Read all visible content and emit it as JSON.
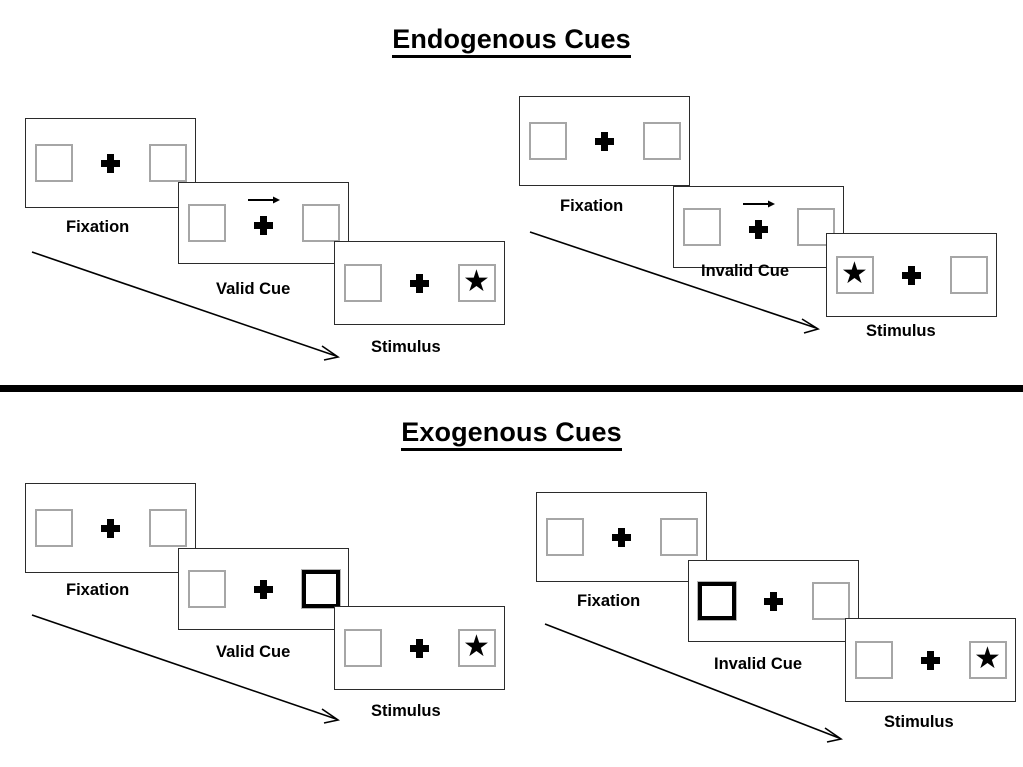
{
  "figure": {
    "type": "diagram",
    "subject": "Posner spatial cueing paradigm",
    "sections": [
      {
        "id": "endogenous",
        "title": "Endogenous Cues",
        "cue_type": "central-arrow",
        "conditions": [
          {
            "id": "endogenous-valid",
            "cue_label": "Valid Cue",
            "panels": [
              {
                "stage": "fixation",
                "label": "Fixation",
                "left_box": "empty",
                "right_box": "empty",
                "cue": "none",
                "fixation": "plus"
              },
              {
                "stage": "cue",
                "label": "Valid Cue",
                "left_box": "empty",
                "right_box": "empty",
                "cue": "arrow-right",
                "fixation": "plus"
              },
              {
                "stage": "stimulus",
                "label": "Stimulus",
                "left_box": "empty",
                "right_box": "star",
                "cue": "none",
                "fixation": "plus"
              }
            ]
          },
          {
            "id": "endogenous-invalid",
            "cue_label": "Invalid Cue",
            "panels": [
              {
                "stage": "fixation",
                "label": "Fixation",
                "left_box": "empty",
                "right_box": "empty",
                "cue": "none",
                "fixation": "plus"
              },
              {
                "stage": "cue",
                "label": "Invalid Cue",
                "left_box": "empty",
                "right_box": "empty",
                "cue": "arrow-right",
                "fixation": "plus"
              },
              {
                "stage": "stimulus",
                "label": "Stimulus",
                "left_box": "star",
                "right_box": "empty",
                "cue": "none",
                "fixation": "plus"
              }
            ]
          }
        ]
      },
      {
        "id": "exogenous",
        "title": "Exogenous Cues",
        "cue_type": "peripheral-box-flash",
        "conditions": [
          {
            "id": "exogenous-valid",
            "cue_label": "Valid Cue",
            "panels": [
              {
                "stage": "fixation",
                "label": "Fixation",
                "left_box": "empty",
                "right_box": "empty",
                "cue": "none",
                "fixation": "plus"
              },
              {
                "stage": "cue",
                "label": "Valid Cue",
                "left_box": "empty",
                "right_box": "cued",
                "cue": "box-highlight-right",
                "fixation": "plus"
              },
              {
                "stage": "stimulus",
                "label": "Stimulus",
                "left_box": "empty",
                "right_box": "star",
                "cue": "none",
                "fixation": "plus"
              }
            ]
          },
          {
            "id": "exogenous-invalid",
            "cue_label": "Invalid Cue",
            "panels": [
              {
                "stage": "fixation",
                "label": "Fixation",
                "left_box": "empty",
                "right_box": "empty",
                "cue": "none",
                "fixation": "plus"
              },
              {
                "stage": "cue",
                "label": "Invalid Cue",
                "left_box": "cued",
                "right_box": "empty",
                "cue": "box-highlight-left",
                "fixation": "plus"
              },
              {
                "stage": "stimulus",
                "label": "Stimulus",
                "left_box": "empty",
                "right_box": "star",
                "cue": "none",
                "fixation": "plus"
              }
            ]
          }
        ]
      }
    ],
    "glyphs": {
      "star": "★",
      "fixation_cross": "+",
      "cue_arrow": "→"
    },
    "colors": {
      "ink": "#000000",
      "panel_border": "#2b2b2b",
      "box_border": "#a6a6a6",
      "cued_box_border": "#000000",
      "background": "#ffffff"
    }
  }
}
